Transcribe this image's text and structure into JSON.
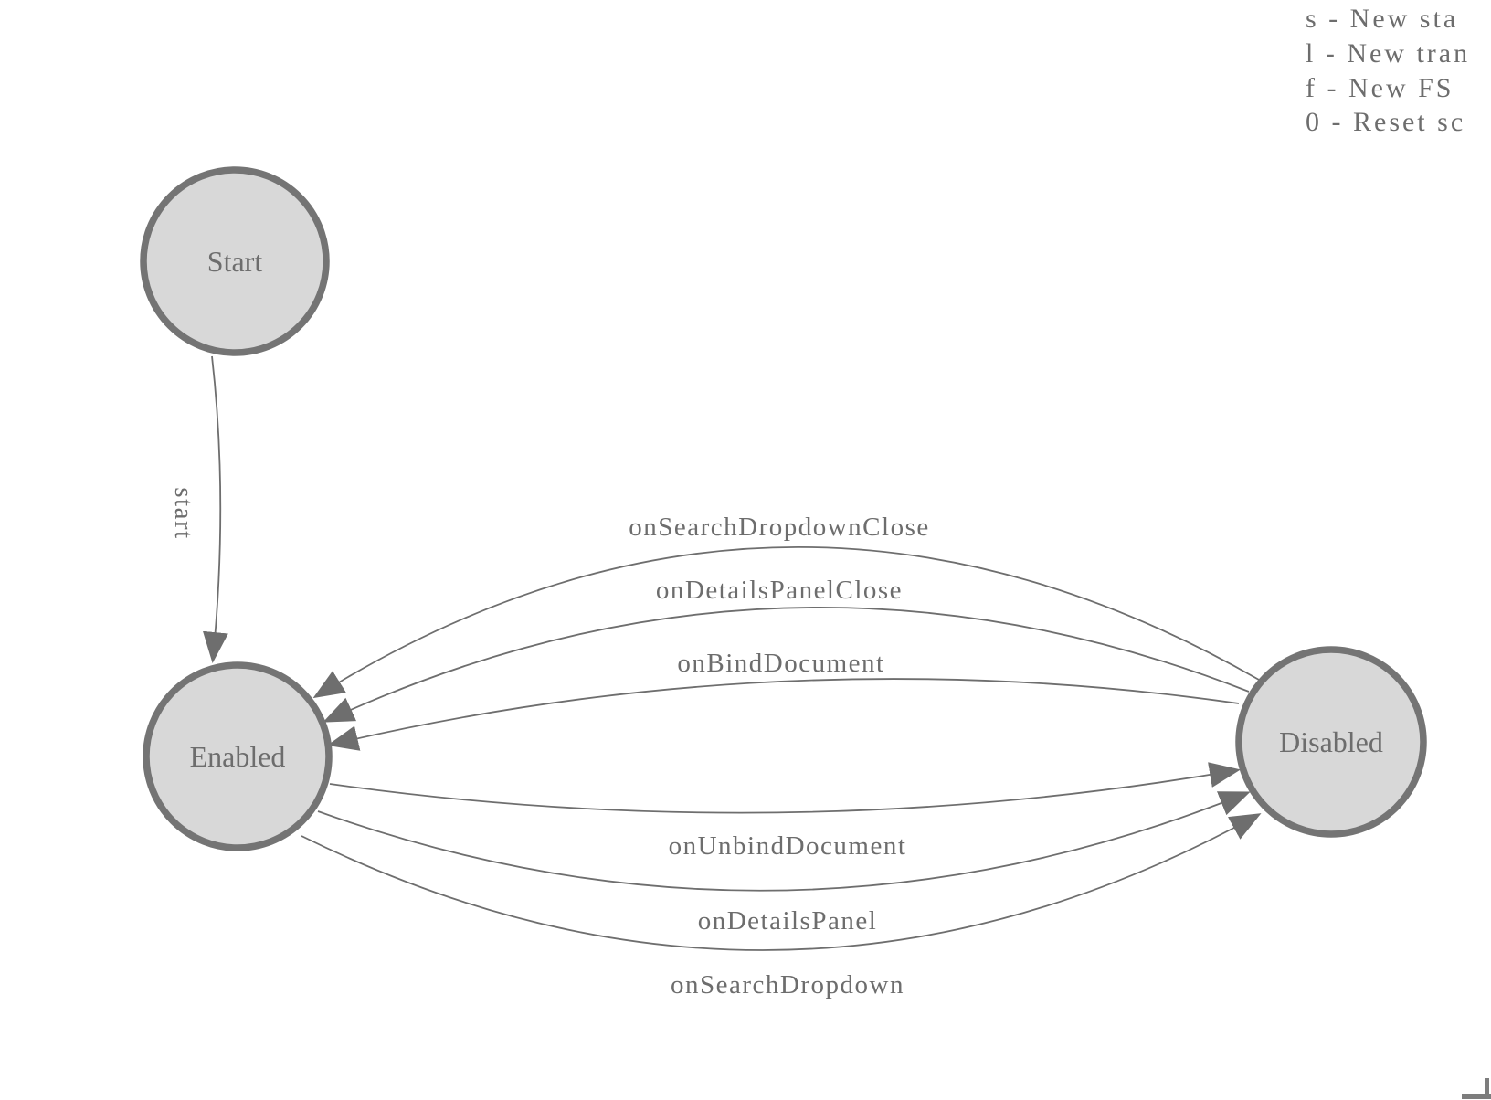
{
  "legend": {
    "lines": [
      "s - New sta",
      "l - New tran",
      "f - New FS",
      "0 - Reset sc"
    ]
  },
  "diagram": {
    "type": "state-machine",
    "states": [
      {
        "id": "start",
        "label": "Start"
      },
      {
        "id": "enabled",
        "label": "Enabled"
      },
      {
        "id": "disabled",
        "label": "Disabled"
      }
    ],
    "transitions": [
      {
        "label": "start",
        "from": "Start",
        "to": "Enabled"
      },
      {
        "label": "onSearchDropdownClose",
        "from": "Disabled",
        "to": "Enabled"
      },
      {
        "label": "onDetailsPanelClose",
        "from": "Disabled",
        "to": "Enabled"
      },
      {
        "label": "onBindDocument",
        "from": "Disabled",
        "to": "Enabled"
      },
      {
        "label": "onUnbindDocument",
        "from": "Enabled",
        "to": "Disabled"
      },
      {
        "label": "onDetailsPanel",
        "from": "Enabled",
        "to": "Disabled"
      },
      {
        "label": "onSearchDropdown",
        "from": "Enabled",
        "to": "Disabled"
      }
    ]
  },
  "colors": {
    "node_fill": "#d8d8d8",
    "node_stroke": "#747474",
    "edge": "#6e6e6e",
    "text": "#6d6d6d",
    "background": "#ffffff"
  }
}
